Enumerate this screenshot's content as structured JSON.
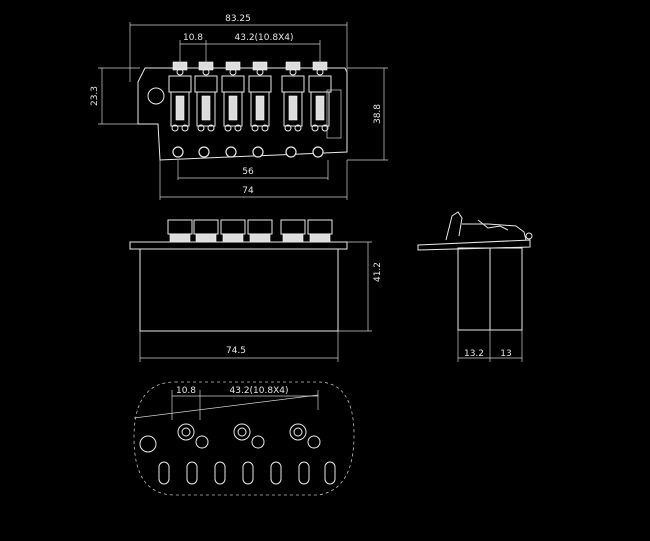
{
  "top_view": {
    "width_total": "83.25",
    "string_spacing": "10.8",
    "string_span": "43.2(10.8X4)",
    "height_left": "23.3",
    "height_right": "38.8",
    "screw_span": "56",
    "base_width": "74"
  },
  "front_view": {
    "block_height": "41.2",
    "block_width": "74.5"
  },
  "side_view": {
    "block_depth": "13.2",
    "block_offset": "13"
  },
  "bottom_view": {
    "string_spacing": "10.8",
    "string_span": "43.2(10.8X4)"
  },
  "colors": {
    "background": "#000000",
    "line": "#e8e8e8"
  }
}
